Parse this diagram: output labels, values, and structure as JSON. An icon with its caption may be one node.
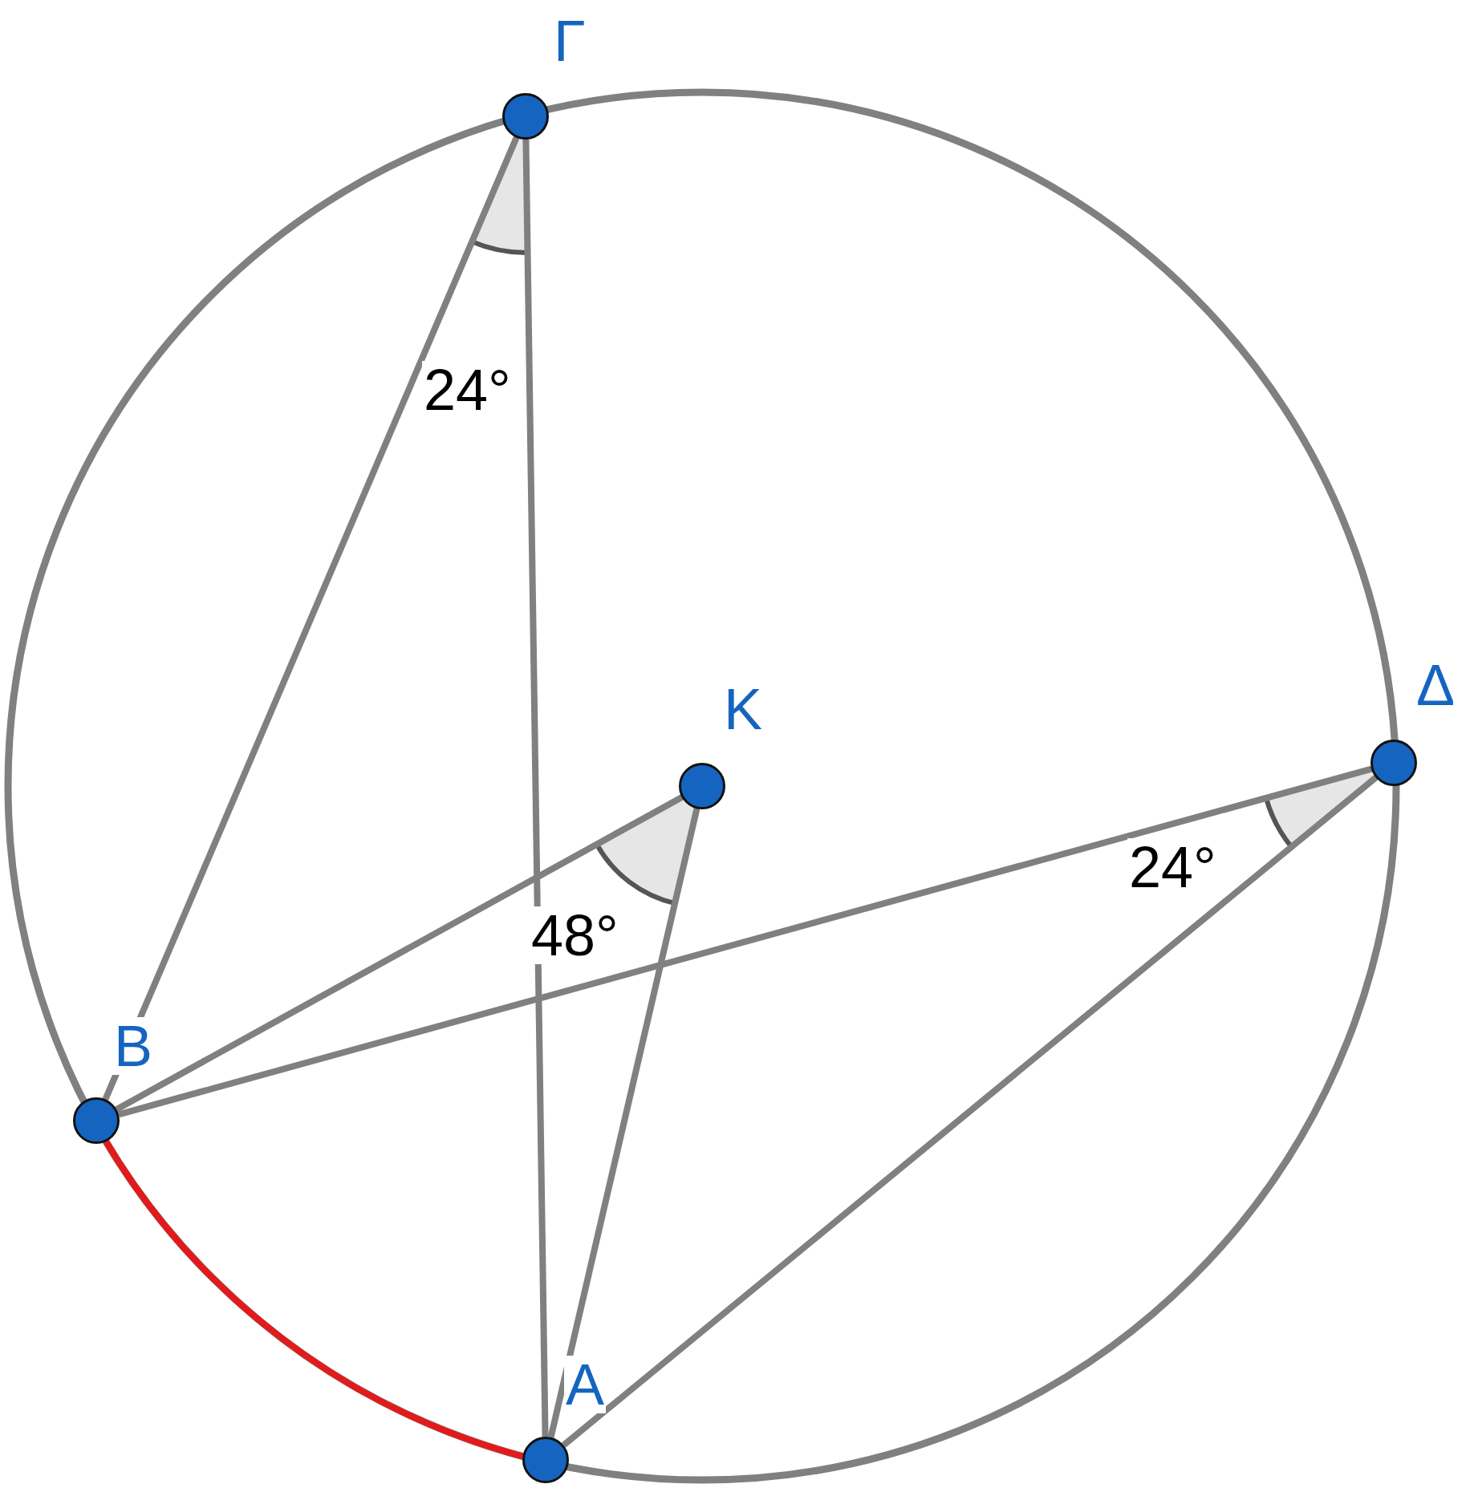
{
  "diagram": {
    "nodes": [
      {
        "text": [],
        "shape": "circle",
        "beside": [
          "Γ"
        ]
      },
      {
        "text": [],
        "shape": "circle",
        "beside": [
          "Δ"
        ]
      },
      {
        "text": [],
        "shape": "circle",
        "beside": [
          "Κ"
        ]
      },
      {
        "text": [],
        "shape": "circle",
        "beside": [
          "Β"
        ]
      },
      {
        "text": [],
        "shape": "circle",
        "beside": [
          "Α"
        ]
      }
    ],
    "edges": [
      {
        "from": 0,
        "to": 3,
        "arrow": "none"
      },
      {
        "from": 0,
        "to": 4,
        "arrow": "none"
      },
      {
        "from": 2,
        "to": 3,
        "arrow": "none"
      },
      {
        "from": 2,
        "to": 4,
        "arrow": "none"
      },
      {
        "from": 1,
        "to": 3,
        "arrow": "none"
      },
      {
        "from": 1,
        "to": 4,
        "arrow": "none"
      },
      {
        "from": 3,
        "to": 4,
        "arrow": "none",
        "color": "#e31a1c"
      }
    ],
    "labels": [
      "24°",
      "48°",
      "24°"
    ]
  }
}
